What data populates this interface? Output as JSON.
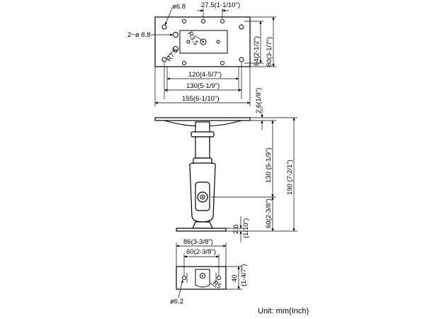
{
  "top_plate": {
    "hole_dia": "ø6.8",
    "hole_pitch": "27.5(1-1/10\")",
    "mount_holes": "2−ø 8.8",
    "radius_small": "R3.5",
    "radius_corner": "R7.5",
    "inner_height": "64(2-1/2\")",
    "outer_height": "80(3-1/7\")",
    "width_120": "120(4-5/7\")",
    "width_130": "130(5-1/9\")",
    "width_155": "155(6-1/10\")"
  },
  "side_view": {
    "plate_thickness": "2.6(1/8\")",
    "height_130": "130 (5-1/9\")",
    "height_190": "190 (7-2/1\")",
    "height_60": "60(2-3/8\")",
    "base_thickness": "2.0",
    "base_thickness_in": "(1/10\")"
  },
  "bottom_plate": {
    "width_86": "86(3-3/8\")",
    "width_60": "60(2-3/8\")",
    "height_40": "40",
    "height_40_in": "(1-4/7\")",
    "radius": "R5",
    "hole_dia": "ø6.2"
  },
  "unit_note": "Unit: mm(Inch)"
}
